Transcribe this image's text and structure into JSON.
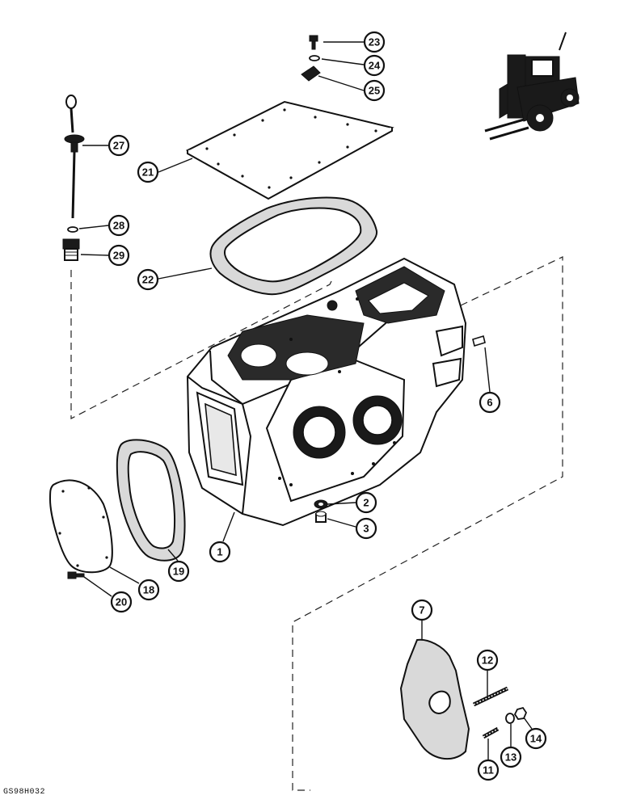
{
  "figure_code": "GS98H032",
  "callouts": [
    {
      "id": "c23",
      "label": "23"
    },
    {
      "id": "c24",
      "label": "24"
    },
    {
      "id": "c25",
      "label": "25"
    },
    {
      "id": "c27",
      "label": "27"
    },
    {
      "id": "c21",
      "label": "21"
    },
    {
      "id": "c28",
      "label": "28"
    },
    {
      "id": "c29",
      "label": "29"
    },
    {
      "id": "c22",
      "label": "22"
    },
    {
      "id": "c6",
      "label": "6"
    },
    {
      "id": "c2",
      "label": "2"
    },
    {
      "id": "c3",
      "label": "3"
    },
    {
      "id": "c1",
      "label": "1"
    },
    {
      "id": "c18",
      "label": "18"
    },
    {
      "id": "c19",
      "label": "19"
    },
    {
      "id": "c20",
      "label": "20"
    },
    {
      "id": "c7",
      "label": "7"
    },
    {
      "id": "c12",
      "label": "12"
    },
    {
      "id": "c14",
      "label": "14"
    },
    {
      "id": "c13",
      "label": "13"
    },
    {
      "id": "c11",
      "label": "11"
    }
  ]
}
